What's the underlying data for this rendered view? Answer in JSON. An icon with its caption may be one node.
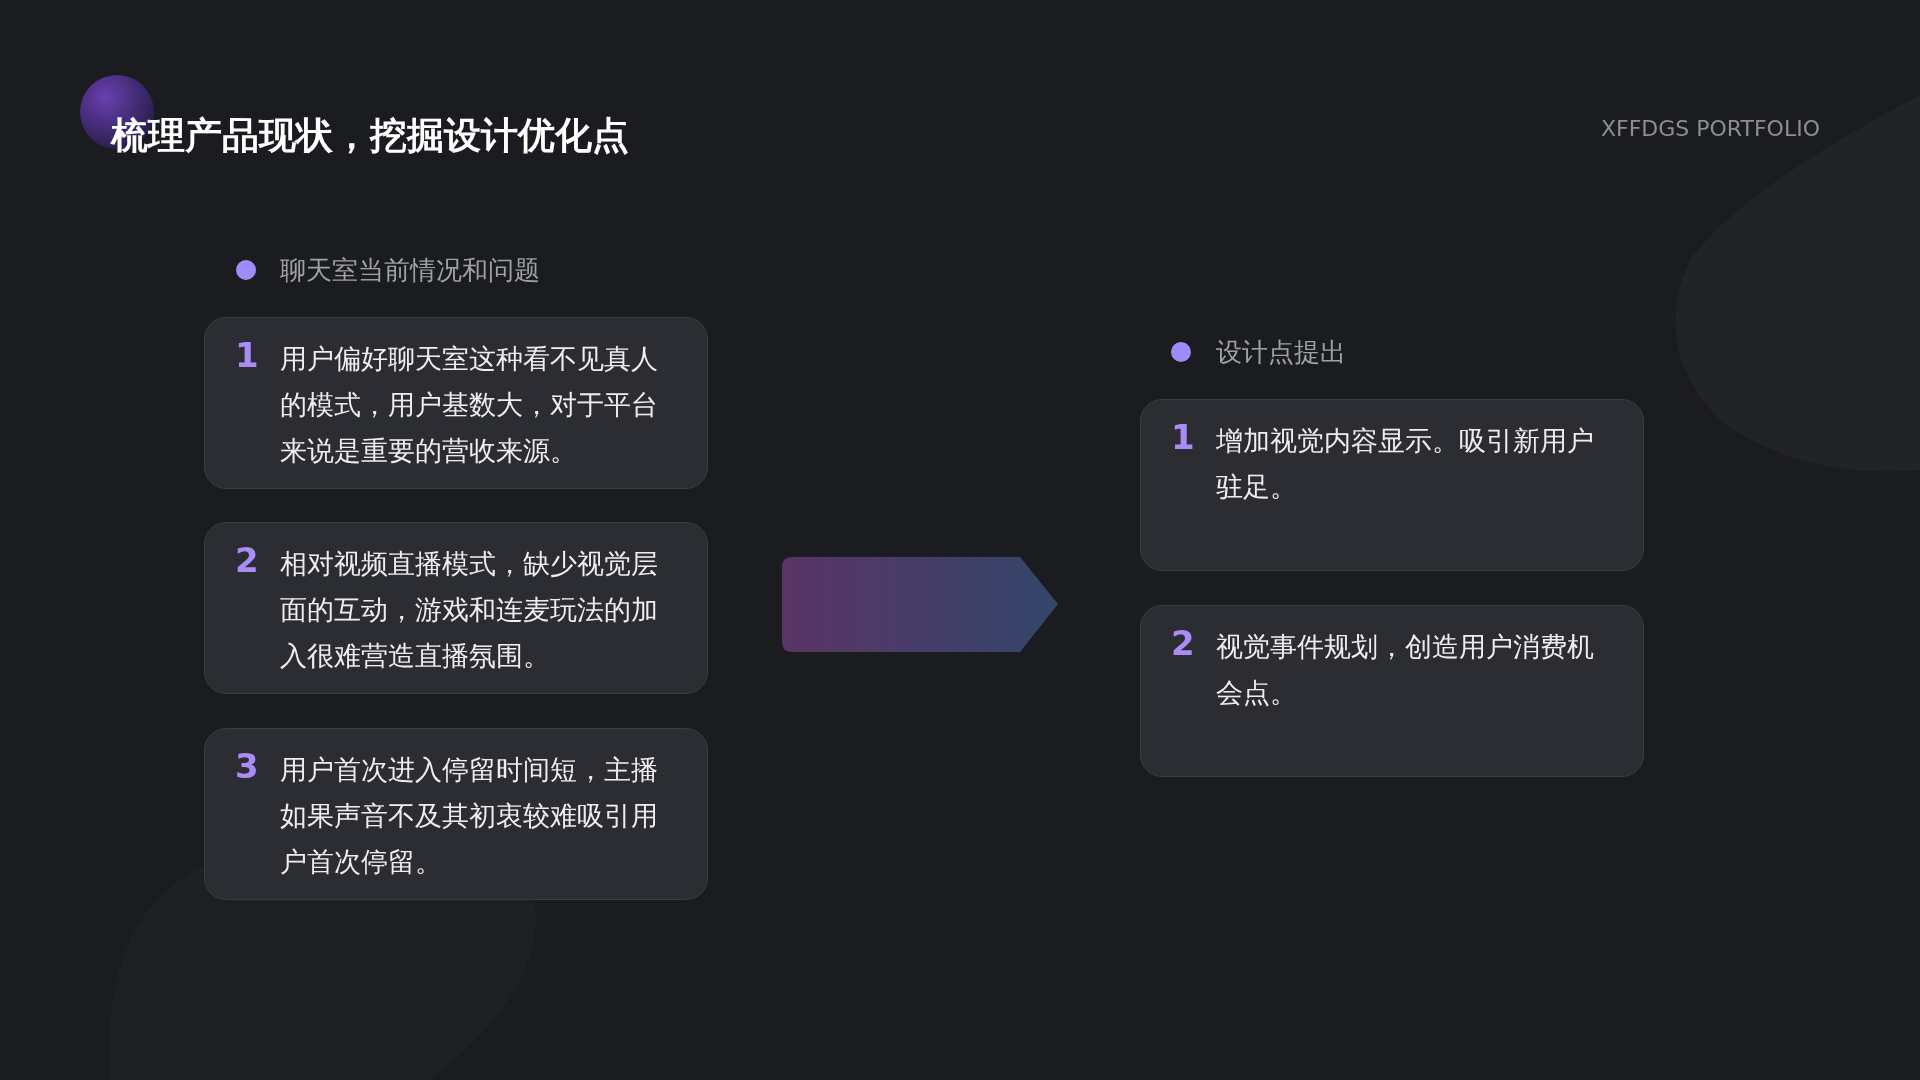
{
  "diagram": {
    "title": "梳理产品现状，挖掘设计优化点",
    "nodes": [
      {
        "text": [
          "1",
          "用户偏好聊天室这种看不见真人的模式，用户基数大，对于平台来说是重要的营收来源。"
        ]
      },
      {
        "text": [
          "2",
          "相对视频直播模式，缺少视觉层面的互动，游戏和连麦玩法的加入很难营造直播氛围。"
        ]
      },
      {
        "text": [
          "3",
          "用户首次进入停留时间短，主播如果声音不及其初衷较难吸引用户首次停留。"
        ]
      },
      {
        "text": [
          "1",
          "增加视觉内容显示。吸引新用户驻足。"
        ]
      },
      {
        "text": [
          "2",
          "视觉事件规划，创造用户消费机会点。"
        ]
      }
    ],
    "edges": [],
    "labels": [
      "XFFDGS PORTFOLIO",
      "聊天室当前情况和问题",
      "设计点提出"
    ]
  }
}
